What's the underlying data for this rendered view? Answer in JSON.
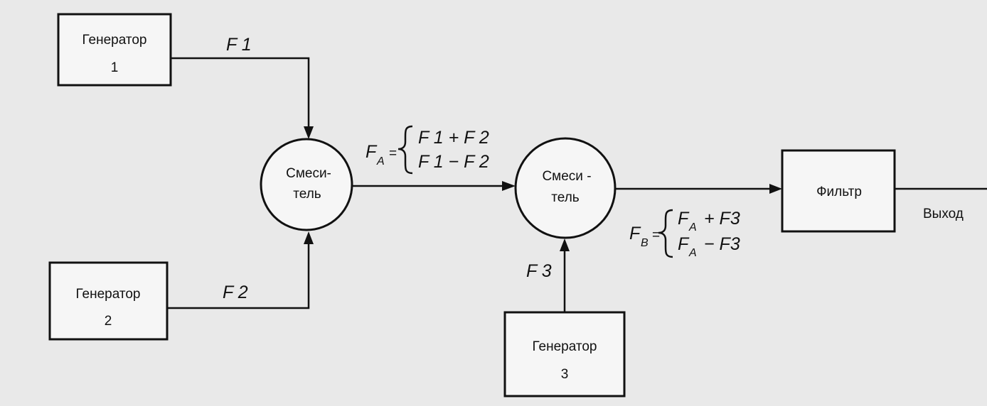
{
  "generators": [
    {
      "line1": "Генератор",
      "line2": "1"
    },
    {
      "line1": "Генератор",
      "line2": "2"
    },
    {
      "line1": "Генератор",
      "line2": "3"
    }
  ],
  "mixers": [
    {
      "line1": "Смеси-",
      "line2": "тель"
    },
    {
      "line1": "Смеси -",
      "line2": "тель"
    }
  ],
  "filter": {
    "label": "Фильтр"
  },
  "output": {
    "label": "Выход"
  },
  "signals": {
    "f1": "F 1",
    "f2": "F 2",
    "f3": "F 3",
    "fa": {
      "main": "F",
      "sub": "A",
      "eq": "=",
      "sum": "F 1 + F 2",
      "diff": "F 1 − F 2"
    },
    "fb": {
      "main": "F",
      "sub": "B",
      "eq": "=",
      "sum_main": "F",
      "sum_sub": "A",
      "sum_rest": "+ F3",
      "diff_main": "F",
      "diff_sub": "A",
      "diff_rest": "− F3"
    }
  }
}
